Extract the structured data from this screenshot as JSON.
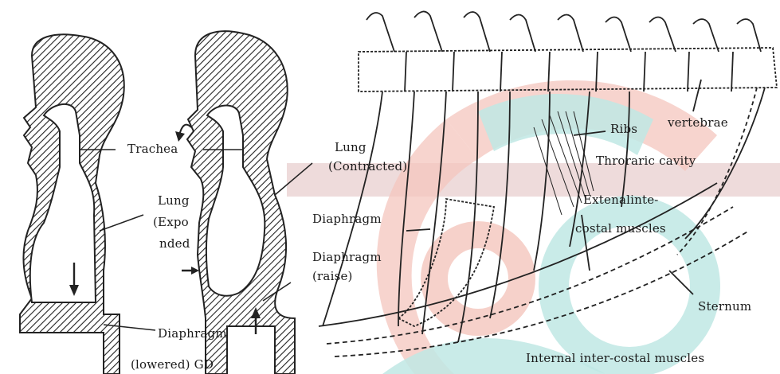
{
  "labels": {
    "trachea": "Trachea",
    "lung_expanded_1": "Lung",
    "lung_expanded_2": "(Expo",
    "lung_expanded_3": "nded",
    "lung_contracted_1": "Lung",
    "lung_contracted_2": "(Contracted)",
    "diaphragm_left": "Diaphragm",
    "diaphragm_lowered": "(lowered) GD",
    "diaphragm_mid": "Diaphragm",
    "diaphragm_raise_1": "Diaphragm",
    "diaphragm_raise_2": "(raise)",
    "ribs": "Ribs",
    "vertebrae": "vertebrae",
    "thoracic_cavity": "Throraric cavity",
    "external_1": "Extenalinte-",
    "external_2": "costal muscles",
    "sternum": "Sternum",
    "internal": "Internal inter-costal muscles"
  },
  "colors": {
    "ink": "#1a1a1a",
    "watermark_salmon": "#f3c3bb",
    "watermark_teal": "#bfe7e4",
    "watermark_band": "#e9c8c8"
  }
}
